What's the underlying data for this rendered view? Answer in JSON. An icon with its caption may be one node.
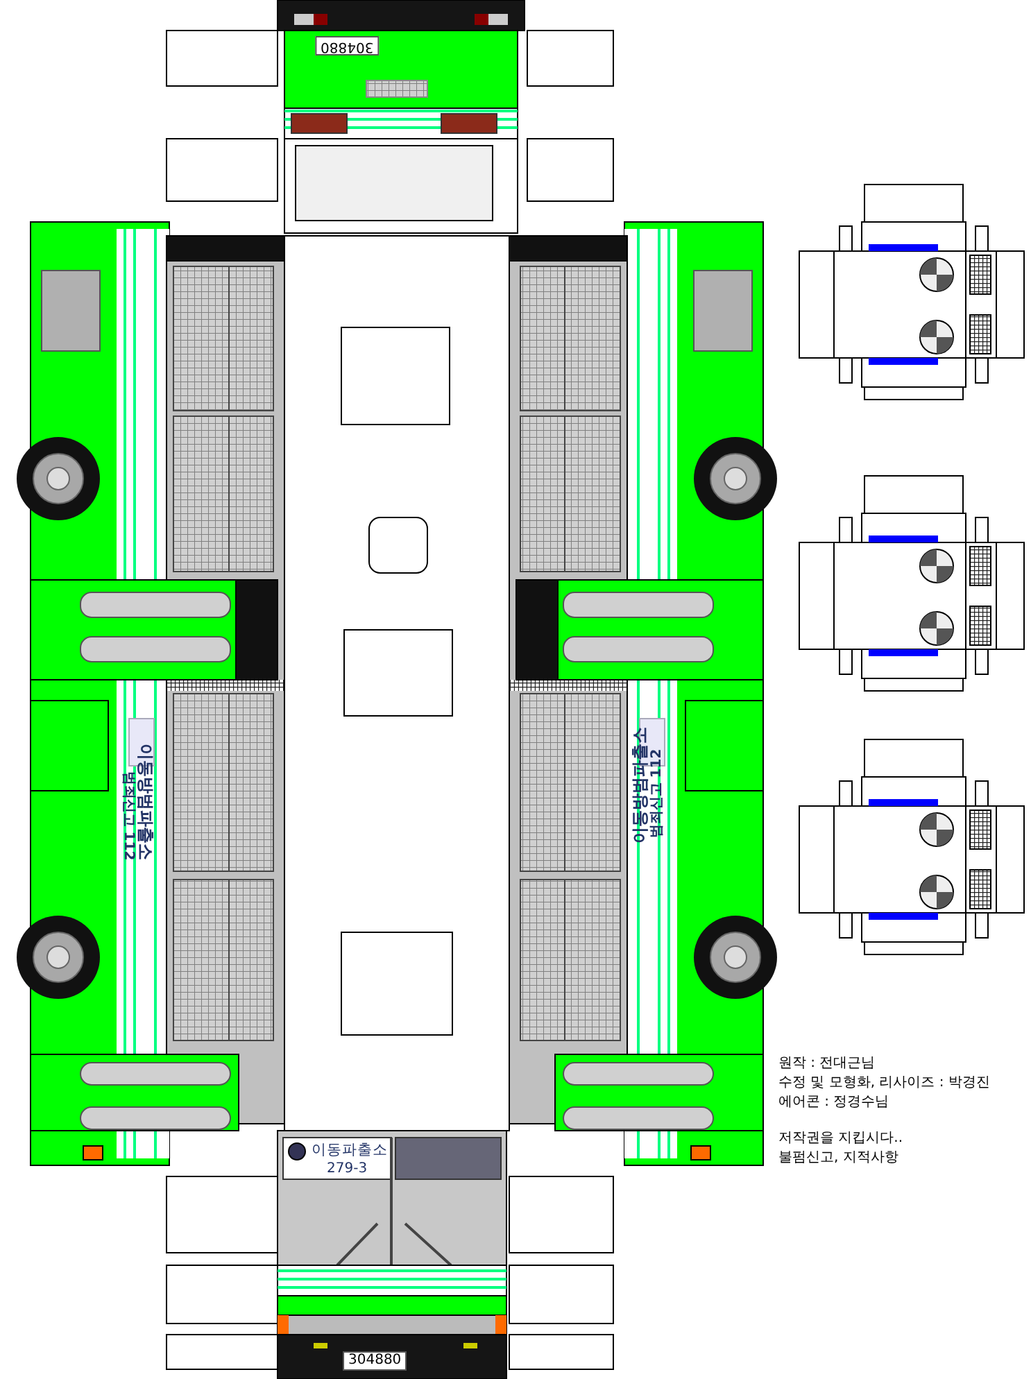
{
  "diagram": {
    "labels": [
      "304880",
      "이동방범파출소",
      "범죄신고 112",
      "이동방범파출소",
      "범죄신고 112",
      "이동파출소",
      "279-3",
      "304880",
      "원작 : 전대근님",
      "수정 및 모형화, 리사이즈 : 박경진",
      "에어콘 : 정경수님",
      "저작권을 지킵시다..",
      "불펌신고, 지적사항"
    ]
  }
}
